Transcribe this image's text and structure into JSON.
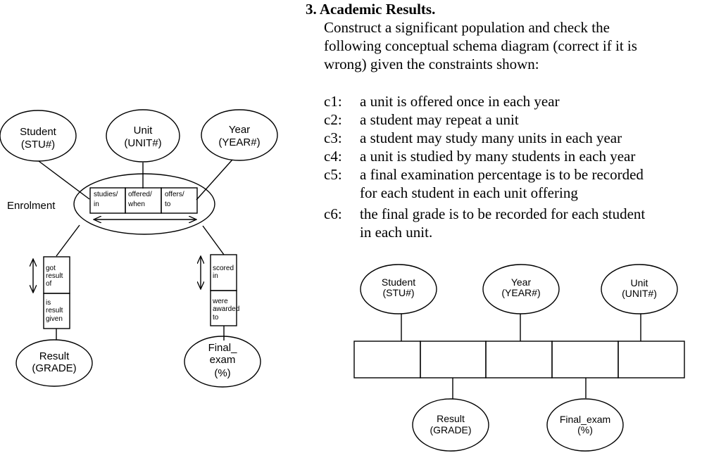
{
  "heading": "3. Academic Results.",
  "intro": [
    "Construct a significant population and check the",
    "following conceptual schema diagram (correct if it is",
    "wrong) given the constraints shown:"
  ],
  "constraints": [
    {
      "id": "c1:",
      "lines": [
        "a unit is offered once in each year"
      ]
    },
    {
      "id": "c2:",
      "lines": [
        "a student may repeat a unit"
      ]
    },
    {
      "id": "c3:",
      "lines": [
        "a student may study many units in each year"
      ]
    },
    {
      "id": "c4:",
      "lines": [
        "a unit is studied by many students in each year"
      ]
    },
    {
      "id": "c5:",
      "lines": [
        "a final examination percentage is to be recorded",
        "for each student in each unit offering"
      ]
    },
    {
      "id": "c6:",
      "lines": [
        "the final grade is to be recorded for each student",
        "in each unit."
      ]
    }
  ],
  "left_diagram": {
    "student": [
      "Student",
      "(STU#)"
    ],
    "unit": [
      "Unit",
      "(UNIT#)"
    ],
    "year": [
      "Year",
      "(YEAR#)"
    ],
    "enrolment_label": "Enrolment",
    "roles": [
      [
        "studies/",
        "in"
      ],
      [
        "offered/",
        "when"
      ],
      [
        "offers/",
        "to"
      ]
    ],
    "result_roles": [
      [
        "got",
        "result",
        "of"
      ],
      [
        "is",
        "result",
        "given"
      ]
    ],
    "exam_roles": [
      [
        "scored",
        "in"
      ],
      [
        "were",
        "awarded",
        "to"
      ]
    ],
    "result": [
      "Result",
      "(GRADE)"
    ],
    "final_exam": [
      "Final_",
      "exam",
      "(%)"
    ]
  },
  "right_diagram": {
    "student": [
      "Student",
      "(STU#)"
    ],
    "year": [
      "Year",
      "(YEAR#)"
    ],
    "unit": [
      "Unit",
      "(UNIT#)"
    ],
    "result": [
      "Result",
      "(GRADE)"
    ],
    "final_exam": [
      "Final_exam",
      "(%)"
    ]
  }
}
